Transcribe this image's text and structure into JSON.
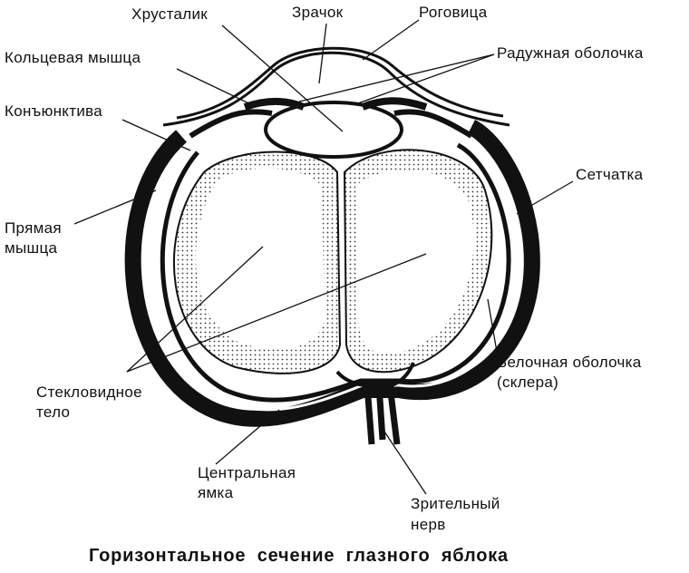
{
  "labels": {
    "lens": "Хрусталик",
    "pupil": "Зрачок",
    "cornea": "Роговица",
    "ciliary_muscle": "Кольцевая мышца",
    "iris": "Радужная оболочка",
    "conjunctiva": "Конъюнктива",
    "retina": "Сетчатка",
    "rectus_muscle_1": "Прямая",
    "rectus_muscle_2": "мышца",
    "sclera_1": "Белочная оболочка",
    "sclera_2": "(склера)",
    "vitreous_1": "Стекловидное",
    "vitreous_2": "тело",
    "fovea_1": "Центральная",
    "fovea_2": "ямка",
    "optic_nerve_1": "Зрительный",
    "optic_nerve_2": "нерв"
  },
  "title": "Горизонтальное сечение глазного яблока"
}
